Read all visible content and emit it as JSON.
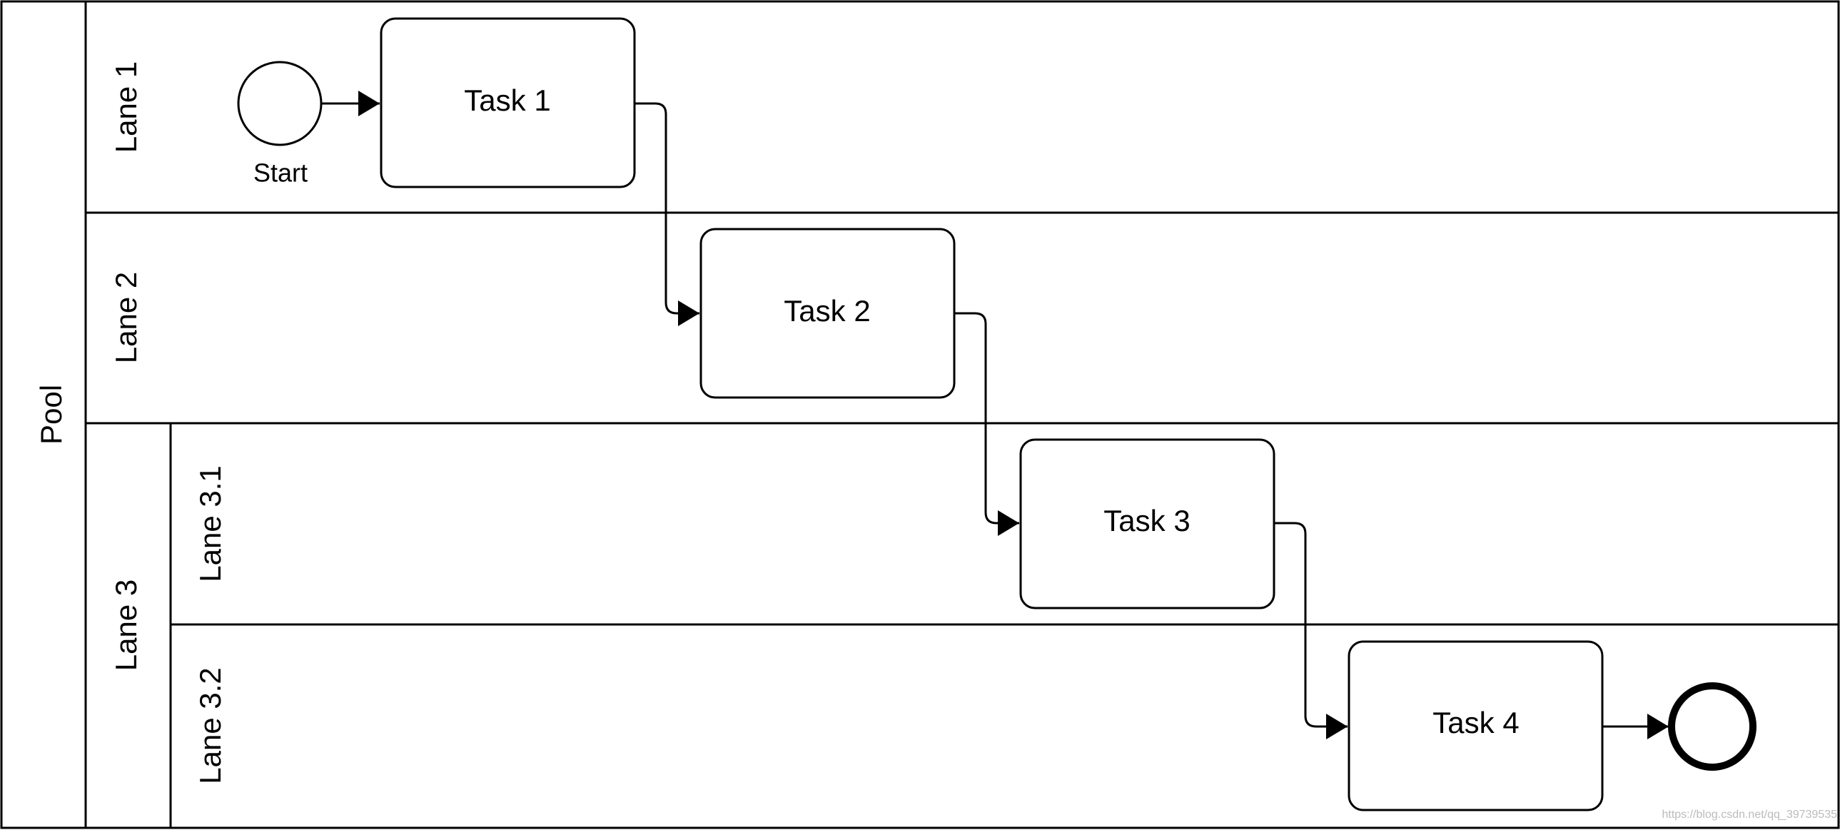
{
  "diagram": {
    "type": "bpmn-process",
    "pool": {
      "label": "Pool"
    },
    "lanes": [
      {
        "id": "lane1",
        "label": "Lane 1"
      },
      {
        "id": "lane2",
        "label": "Lane 2"
      },
      {
        "id": "lane3",
        "label": "Lane 3",
        "sublanes": [
          {
            "id": "lane31",
            "label": "Lane 3.1"
          },
          {
            "id": "lane32",
            "label": "Lane 3.2"
          }
        ]
      }
    ],
    "nodes": [
      {
        "id": "start",
        "kind": "start-event",
        "label": "Start",
        "lane": "lane1"
      },
      {
        "id": "task1",
        "kind": "task",
        "label": "Task 1",
        "lane": "lane1"
      },
      {
        "id": "task2",
        "kind": "task",
        "label": "Task 2",
        "lane": "lane2"
      },
      {
        "id": "task3",
        "kind": "task",
        "label": "Task 3",
        "lane": "lane31"
      },
      {
        "id": "task4",
        "kind": "task",
        "label": "Task 4",
        "lane": "lane32"
      },
      {
        "id": "end",
        "kind": "end-event",
        "label": "",
        "lane": "lane32"
      }
    ],
    "edges": [
      {
        "from": "start",
        "to": "task1"
      },
      {
        "from": "task1",
        "to": "task2"
      },
      {
        "from": "task2",
        "to": "task3"
      },
      {
        "from": "task3",
        "to": "task4"
      },
      {
        "from": "task4",
        "to": "end"
      }
    ]
  },
  "watermark": "https://blog.csdn.net/qq_39739535"
}
